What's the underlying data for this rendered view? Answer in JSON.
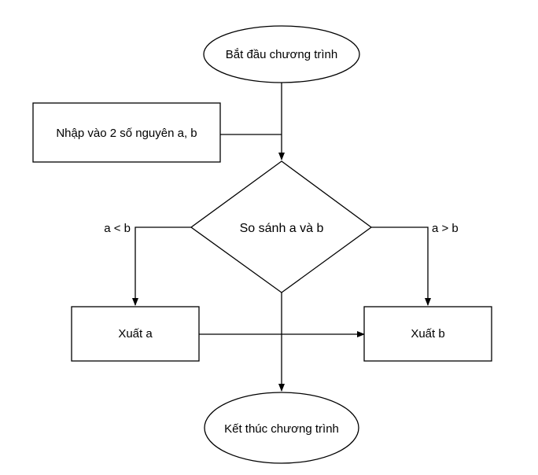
{
  "diagram": {
    "nodes": {
      "start": {
        "label": "Bắt đầu chương trình",
        "shape": "ellipse"
      },
      "input": {
        "label": "Nhập vào 2 số nguyên a, b",
        "shape": "rectangle"
      },
      "compare": {
        "label": "So sánh a và b",
        "shape": "diamond"
      },
      "output_a": {
        "label": "Xuất a",
        "shape": "rectangle"
      },
      "output_b": {
        "label": "Xuất b",
        "shape": "rectangle"
      },
      "end": {
        "label": "Kết thúc chương trình",
        "shape": "ellipse"
      }
    },
    "edges": {
      "a_less_b": {
        "label": "a < b"
      },
      "a_greater_b": {
        "label": "a > b"
      }
    },
    "colors": {
      "stroke": "#000000",
      "fill": "#ffffff",
      "text": "#000000"
    }
  }
}
